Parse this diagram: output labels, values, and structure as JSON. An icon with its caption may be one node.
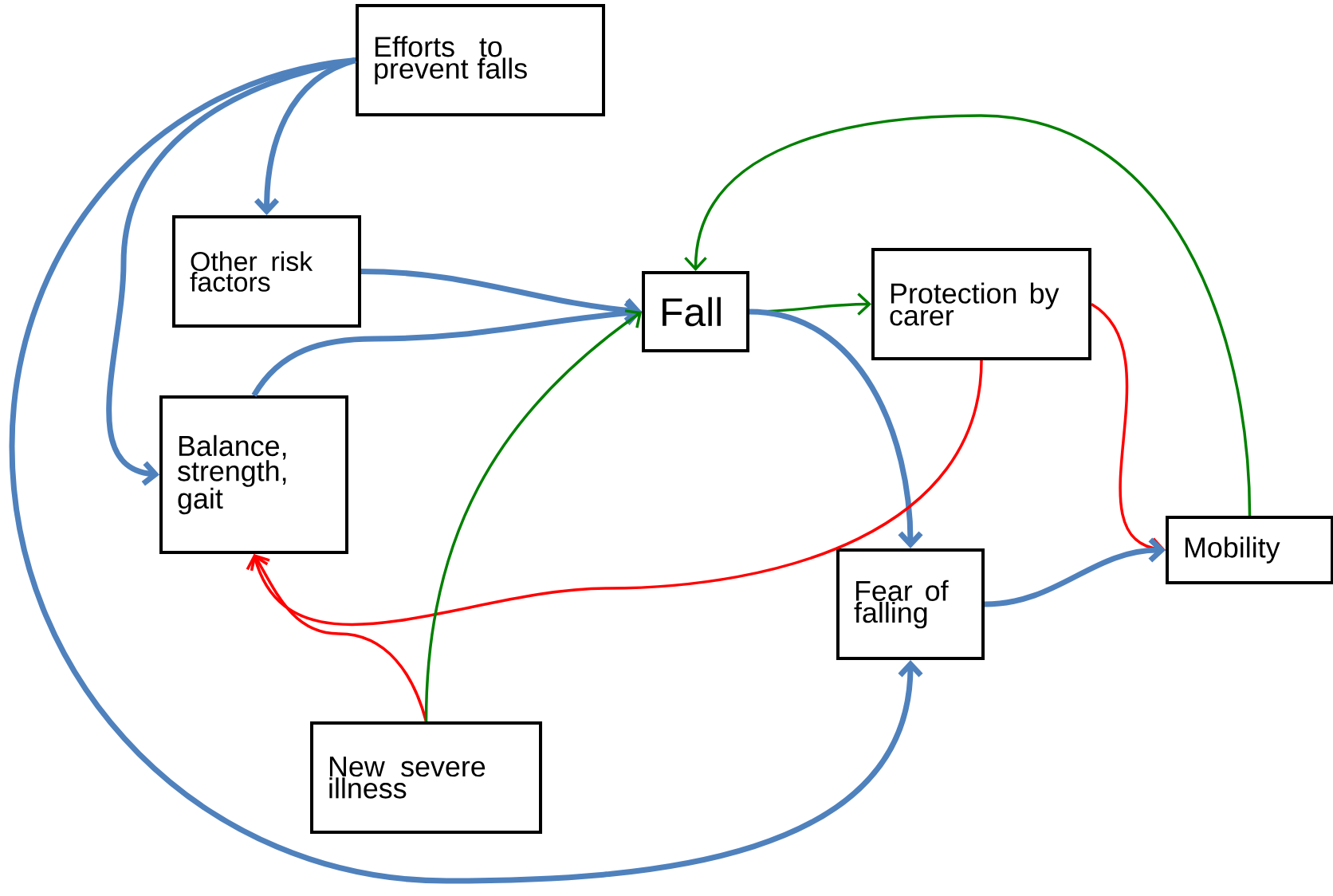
{
  "diagram": {
    "nodes": [
      {
        "text": [
          "Efforts to prevent falls"
        ]
      },
      {
        "text": [
          "Other risk factors"
        ]
      },
      {
        "text": [
          "Fall"
        ]
      },
      {
        "text": [
          "Protection by carer"
        ]
      },
      {
        "text": [
          "Balance, strength, gait"
        ]
      },
      {
        "text": [
          "Mobility"
        ]
      },
      {
        "text": [
          "Fear of falling"
        ]
      },
      {
        "text": [
          "New severe illness"
        ]
      }
    ],
    "edges": [
      {
        "from": 0,
        "to": 1,
        "arrow": "to"
      },
      {
        "from": 0,
        "to": 4,
        "arrow": "to"
      },
      {
        "from": 0,
        "to": 6,
        "arrow": "to"
      },
      {
        "from": 1,
        "to": 2,
        "arrow": "to"
      },
      {
        "from": 4,
        "to": 2,
        "arrow": "to"
      },
      {
        "from": 2,
        "to": 3,
        "arrow": "to",
        "color": "#008000"
      },
      {
        "from": 2,
        "to": 6,
        "arrow": "to"
      },
      {
        "from": 3,
        "to": 4,
        "arrow": "to",
        "color": "#ff0000"
      },
      {
        "from": 3,
        "to": 5,
        "arrow": "to",
        "color": "#ff0000"
      },
      {
        "from": 5,
        "to": 2,
        "arrow": "to",
        "color": "#008000"
      },
      {
        "from": 6,
        "to": 5,
        "arrow": "to"
      },
      {
        "from": 7,
        "to": 4,
        "arrow": "to",
        "color": "#ff0000"
      },
      {
        "from": 7,
        "to": 2,
        "arrow": "to",
        "color": "#008000"
      }
    ]
  }
}
